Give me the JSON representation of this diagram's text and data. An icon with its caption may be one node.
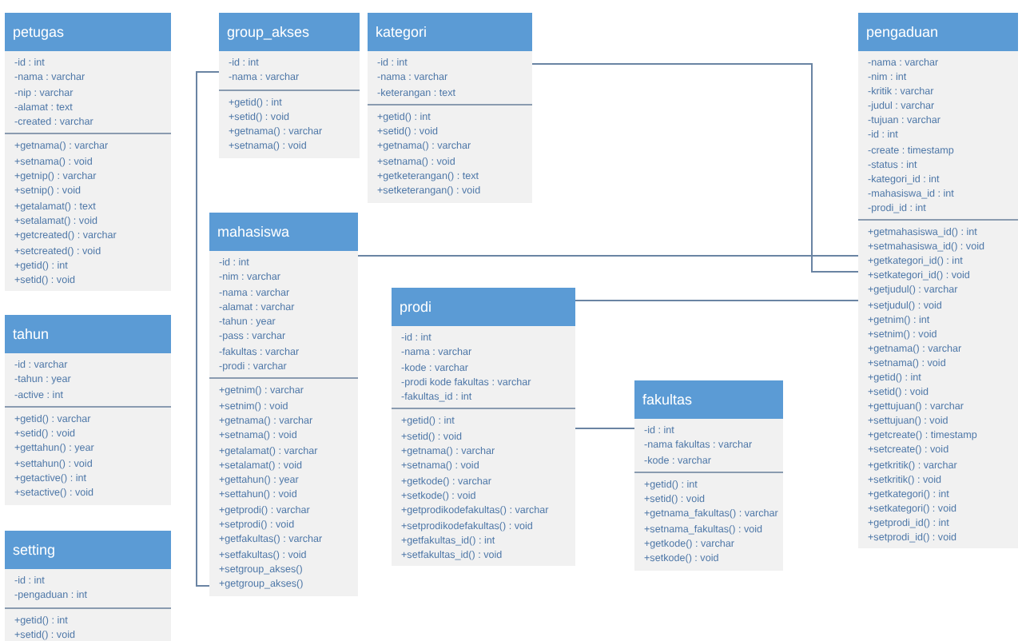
{
  "diagram": {
    "nodes": [
      {
        "text": [
          "petugas"
        ]
      },
      {
        "text": [
          "-id : int",
          "-nama : varchar",
          "-nip : varchar",
          "-alamat : text",
          "-created : varchar"
        ],
        "in": 0
      },
      {
        "text": [
          "+getnama() : varchar",
          "+setnama() : void",
          "+getnip() : varchar",
          "+setnip() : void",
          "+getalamat() : text",
          "+setalamat() : void",
          "+getcreated() : varchar",
          "+setcreated() : void",
          "+getid() : int",
          "+setid() : void"
        ],
        "in": 0
      },
      {
        "text": [
          "tahun"
        ]
      },
      {
        "text": [
          "-id : varchar",
          "-tahun : year",
          "-active : int"
        ],
        "in": 3
      },
      {
        "text": [
          "+getid() : varchar",
          "+setid() : void",
          "+gettahun() : year",
          "+settahun() : void",
          "+getactive() : int",
          "+setactive() : void"
        ],
        "in": 3
      },
      {
        "text": [
          "setting"
        ]
      },
      {
        "text": [
          "-id : int",
          "-pengaduan : int"
        ],
        "in": 6
      },
      {
        "text": [
          "+getid() : int",
          "+setid() : void"
        ],
        "in": 6
      },
      {
        "text": [
          "group_akses"
        ]
      },
      {
        "text": [
          "-id : int",
          "-nama : varchar"
        ],
        "in": 9
      },
      {
        "text": [
          "+getid() : int",
          "+setid() : void",
          "+getnama() : varchar",
          "+setnama() : void"
        ],
        "in": 9
      },
      {
        "text": [
          "kategori"
        ]
      },
      {
        "text": [
          "-id : int",
          "-nama : varchar",
          "-keterangan : text"
        ],
        "in": 12
      },
      {
        "text": [
          "+getid() : int",
          "+setid() : void",
          "+getnama() : varchar",
          "+setnama() : void",
          "+getketerangan() : text",
          "+setketerangan() : void"
        ],
        "in": 12
      },
      {
        "text": [
          "mahasiswa"
        ]
      },
      {
        "text": [
          "-id : int",
          "-nim : varchar",
          "-nama : varchar",
          "-alamat : varchar",
          "-tahun : year",
          "-pass : varchar",
          "-fakultas : varchar",
          "-prodi : varchar"
        ],
        "in": 15
      },
      {
        "text": [
          "+getnim() : varchar",
          "+setnim() : void",
          "+getnama() : varchar",
          "+setnama() : void",
          "+getalamat() : varchar",
          "+setalamat() : void",
          "+gettahun() : year",
          "+settahun() : void",
          "+getprodi() : varchar",
          "+setprodi() : void",
          "+getfakultas() : varchar",
          "+setfakultas() : void",
          "+setgroup_akses()",
          "+getgroup_akses()"
        ],
        "in": 15
      },
      {
        "text": [
          "prodi"
        ]
      },
      {
        "text": [
          "-id : int",
          "-nama : varchar",
          "-kode : varchar",
          "-prodi kode fakultas : varchar",
          "-fakultas_id : int"
        ],
        "in": 18
      },
      {
        "text": [
          "+getid() : int",
          "+setid() : void",
          "+getnama() : varchar",
          "+setnama() : void",
          "+getkode() : varchar",
          "+setkode() : void",
          "+getprodikodefakultas() : varchar",
          "+setprodikodefakultas() : void",
          "+getfakultas_id() : int",
          "+setfakultas_id() : void"
        ],
        "in": 18
      },
      {
        "text": [
          "fakultas"
        ]
      },
      {
        "text": [
          "-id : int",
          "-nama fakultas : varchar",
          "-kode : varchar"
        ],
        "in": 21
      },
      {
        "text": [
          "+getid() : int",
          "+setid() : void",
          "+getnama_fakultas() : varchar",
          "+setnama_fakultas() : void",
          "+getkode() : varchar",
          "+setkode() : void"
        ],
        "in": 21
      },
      {
        "text": [
          "pengaduan"
        ]
      },
      {
        "text": [
          "-nama : varchar",
          "-nim : int",
          "-kritik : varchar",
          "-judul : varchar",
          "-tujuan : varchar",
          "-id : int",
          "-create : timestamp",
          "-status : int",
          "-kategori_id : int",
          "-mahasiswa_id : int",
          "-prodi_id : int"
        ],
        "in": 24
      },
      {
        "text": [
          "+getmahasiswa_id() : int",
          "+setmahasiswa_id() : void",
          "+getkategori_id() : int",
          "+setkategori_id() : void",
          "+getjudul() : varchar",
          "+setjudul() : void",
          "+getnim() : int",
          "+setnim() : void",
          "+getnama() : varchar",
          "+setnama() : void",
          "+getid() : int",
          "+setid() : void",
          "+gettujuan() : varchar",
          "+settujuan() : void",
          "+getcreate() : timestamp",
          "+setcreate() : void",
          "+getkritik() : varchar",
          "+setkritik() : void",
          "+getkategori() : int",
          "+setkategori() : void",
          "+getprodi_id() : int",
          "+setprodi_id() : void"
        ],
        "in": 24
      }
    ],
    "edges": [
      {
        "from": 9,
        "to": 15,
        "arrow": "none"
      },
      {
        "from": 12,
        "to": 24,
        "arrow": "none"
      },
      {
        "from": 15,
        "to": 24,
        "arrow": "none"
      },
      {
        "from": 18,
        "to": 24,
        "arrow": "none"
      },
      {
        "from": 18,
        "to": 21,
        "arrow": "none"
      }
    ]
  }
}
